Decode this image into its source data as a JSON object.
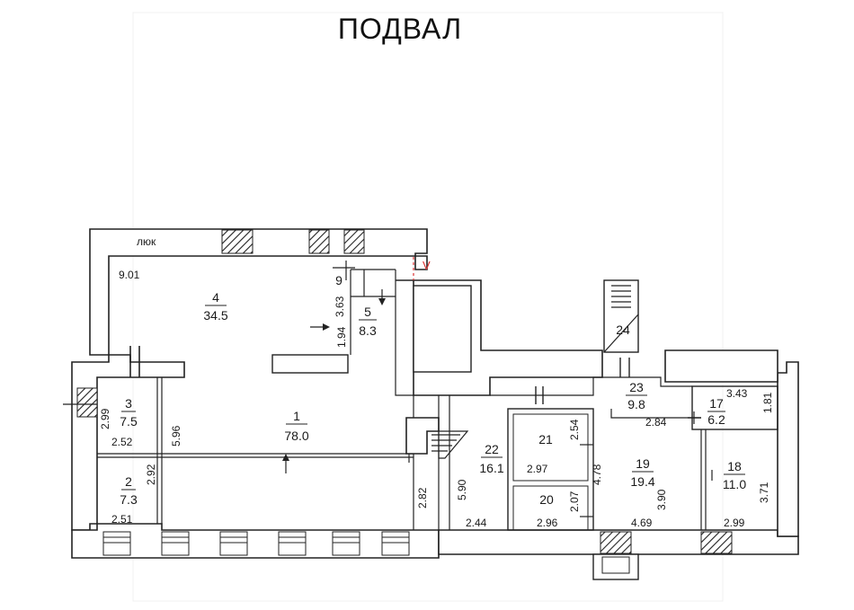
{
  "title": "ПОДВАЛ",
  "labels": {
    "hatch": "люк",
    "mark_v": "V"
  },
  "rooms": [
    {
      "id": "1",
      "number": "1",
      "area": "78.0"
    },
    {
      "id": "2",
      "number": "2",
      "area": "7.3"
    },
    {
      "id": "3",
      "number": "3",
      "area": "7.5"
    },
    {
      "id": "4",
      "number": "4",
      "area": "34.5"
    },
    {
      "id": "5",
      "number": "5",
      "area": "8.3"
    },
    {
      "id": "9",
      "number": "9"
    },
    {
      "id": "17",
      "number": "17",
      "area": "6.2"
    },
    {
      "id": "18",
      "number": "18",
      "area": "11.0"
    },
    {
      "id": "19",
      "number": "19",
      "area": "19.4"
    },
    {
      "id": "20",
      "number": "20"
    },
    {
      "id": "21",
      "number": "21"
    },
    {
      "id": "22",
      "number": "22",
      "area": "16.1"
    },
    {
      "id": "23",
      "number": "23",
      "area": "9.8"
    },
    {
      "id": "24",
      "number": "24"
    }
  ],
  "dimensions": [
    "9.01",
    "3.63",
    "1.94",
    "5.96",
    "2.99",
    "2.52",
    "2.92",
    "2.51",
    "2.82",
    "5.90",
    "2.44",
    "2.54",
    "2.97",
    "4.78",
    "2.07",
    "2.96",
    "3.90",
    "4.69",
    "2.84",
    "3.43",
    "1.81",
    "3.71",
    "2.99"
  ]
}
